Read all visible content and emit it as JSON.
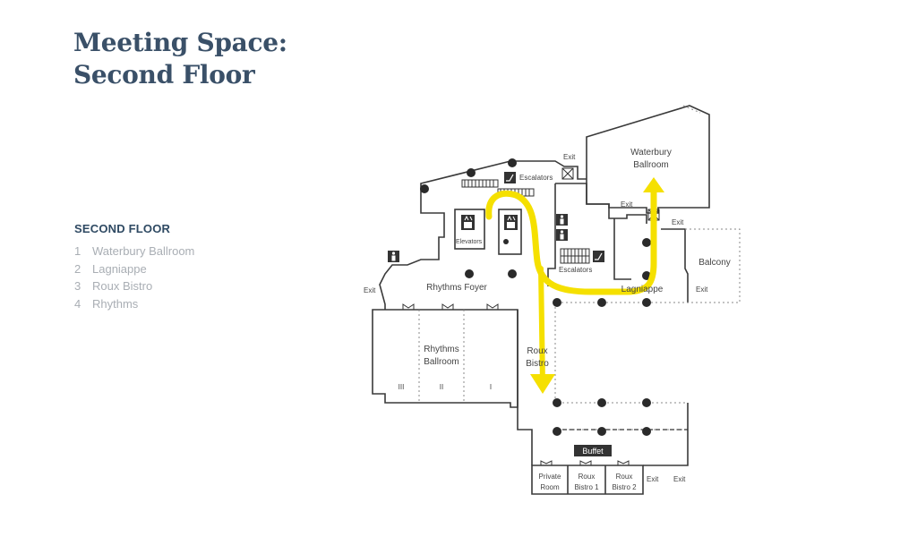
{
  "header": {
    "title_line1": "Meeting Space:",
    "title_line2": "Second Floor"
  },
  "legend": {
    "heading": "SECOND FLOOR",
    "items": [
      {
        "number": "1",
        "label": "Waterbury Ballroom"
      },
      {
        "number": "2",
        "label": "Lagniappe"
      },
      {
        "number": "3",
        "label": "Roux Bistro"
      },
      {
        "number": "4",
        "label": "Rhythms"
      }
    ]
  },
  "map": {
    "rooms": {
      "waterbury_line1": "Waterbury",
      "waterbury_line2": "Ballroom",
      "balcony": "Balcony",
      "lagniappe": "Lagniappe",
      "rhythms_foyer": "Rhythms Foyer",
      "rhythms_ballroom_line1": "Rhythms",
      "rhythms_ballroom_line2": "Ballroom",
      "rhythms_section_3": "III",
      "rhythms_section_2": "II",
      "rhythms_section_1": "I",
      "roux_bistro_line1": "Roux",
      "roux_bistro_line2": "Bistro",
      "private_room_line1": "Private",
      "private_room_line2": "Room",
      "roux_bistro_1_line1": "Roux",
      "roux_bistro_1_line2": "Bistro 1",
      "roux_bistro_2_line1": "Roux",
      "roux_bistro_2_line2": "Bistro 2",
      "buffet": "Buffet"
    },
    "labels": {
      "escalators_top": "Escalators",
      "escalators_mid": "Escalators",
      "elevators": "Elevators",
      "exit_waterbury_left": "Exit",
      "exit_waterbury_bottom": "Exit",
      "exit_balcony_top": "Exit",
      "exit_balcony_mid": "Exit",
      "exit_rhythms": "Exit",
      "exit_bottom_1": "Exit",
      "exit_bottom_2": "Exit"
    },
    "route_color": "#f5e000",
    "wall_color": "#3a3a3a",
    "buffet_bg": "#333333"
  }
}
